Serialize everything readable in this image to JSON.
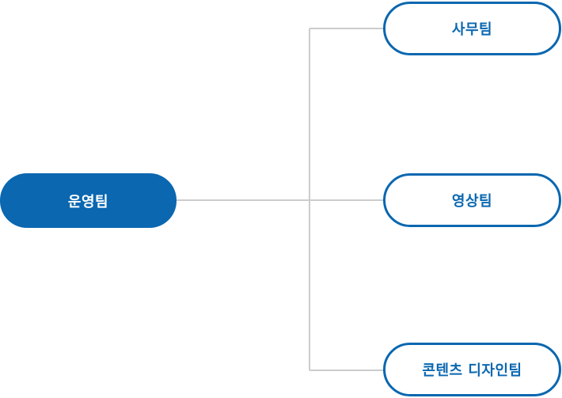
{
  "root": {
    "label": "운영팀"
  },
  "children": [
    {
      "label": "사무팀"
    },
    {
      "label": "영상팀"
    },
    {
      "label": "콘텐츠 디자인팀"
    }
  ],
  "colors": {
    "primary": "#0a67b0",
    "connector": "#cccccc",
    "background": "#ffffff"
  }
}
